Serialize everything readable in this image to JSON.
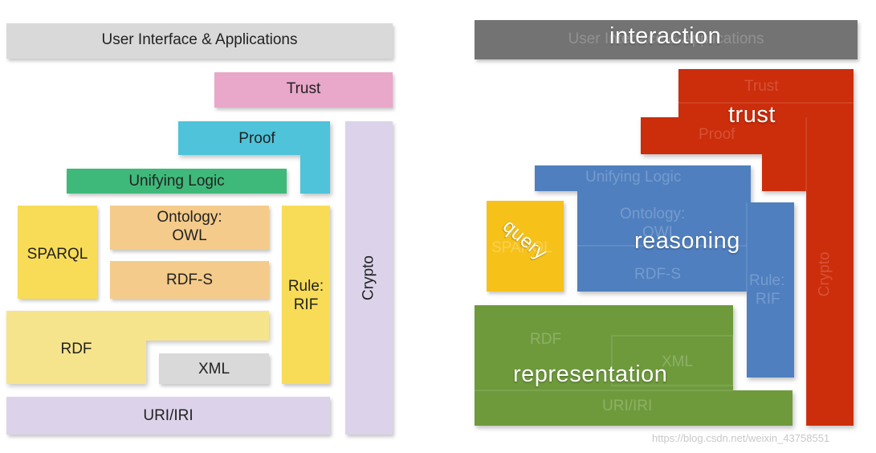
{
  "left_stack": {
    "ui": "User Interface & Applications",
    "trust": "Trust",
    "proof": "Proof",
    "logic": "Unifying Logic",
    "ontology_line1": "Ontology:",
    "ontology_line2": "OWL",
    "sparql": "SPARQL",
    "rdfs": "RDF-S",
    "rule_line1": "Rule:",
    "rule_line2": "RIF",
    "rdf": "RDF",
    "xml": "XML",
    "uri": "URI/IRI",
    "crypto": "Crypto"
  },
  "right_stack": {
    "faint": {
      "ui": "User Interface & Applications",
      "trust": "Trust",
      "proof": "Proof",
      "logic": "Unifying Logic",
      "ontology_line1": "Ontology:",
      "ontology_line2": "OWL",
      "sparql": "SPARQL",
      "rdfs": "RDF-S",
      "rule_line1": "Rule:",
      "rule_line2": "RIF",
      "rdf": "RDF",
      "xml": "XML",
      "uri": "URI/IRI",
      "crypto": "Crypto"
    },
    "groups": {
      "interaction": "interaction",
      "trust": "trust",
      "query": "query",
      "reasoning": "reasoning",
      "representation": "representation"
    }
  },
  "watermark": "https://blog.csdn.net/weixin_43758551",
  "colors": {
    "gray_block": "#d9d9d9",
    "pink": "#e9a7c9",
    "cyan": "#4ec3d9",
    "green": "#3fb97a",
    "tan": "#f4cb8a",
    "yellow": "#f8dc58",
    "light_yellow": "#f6e48c",
    "lavender": "#dcd3ea",
    "interaction": "#737373",
    "trust": "#cc2d0b",
    "query": "#f6c21a",
    "reasoning": "#4f7fbf",
    "representation": "#6e9a3c"
  }
}
